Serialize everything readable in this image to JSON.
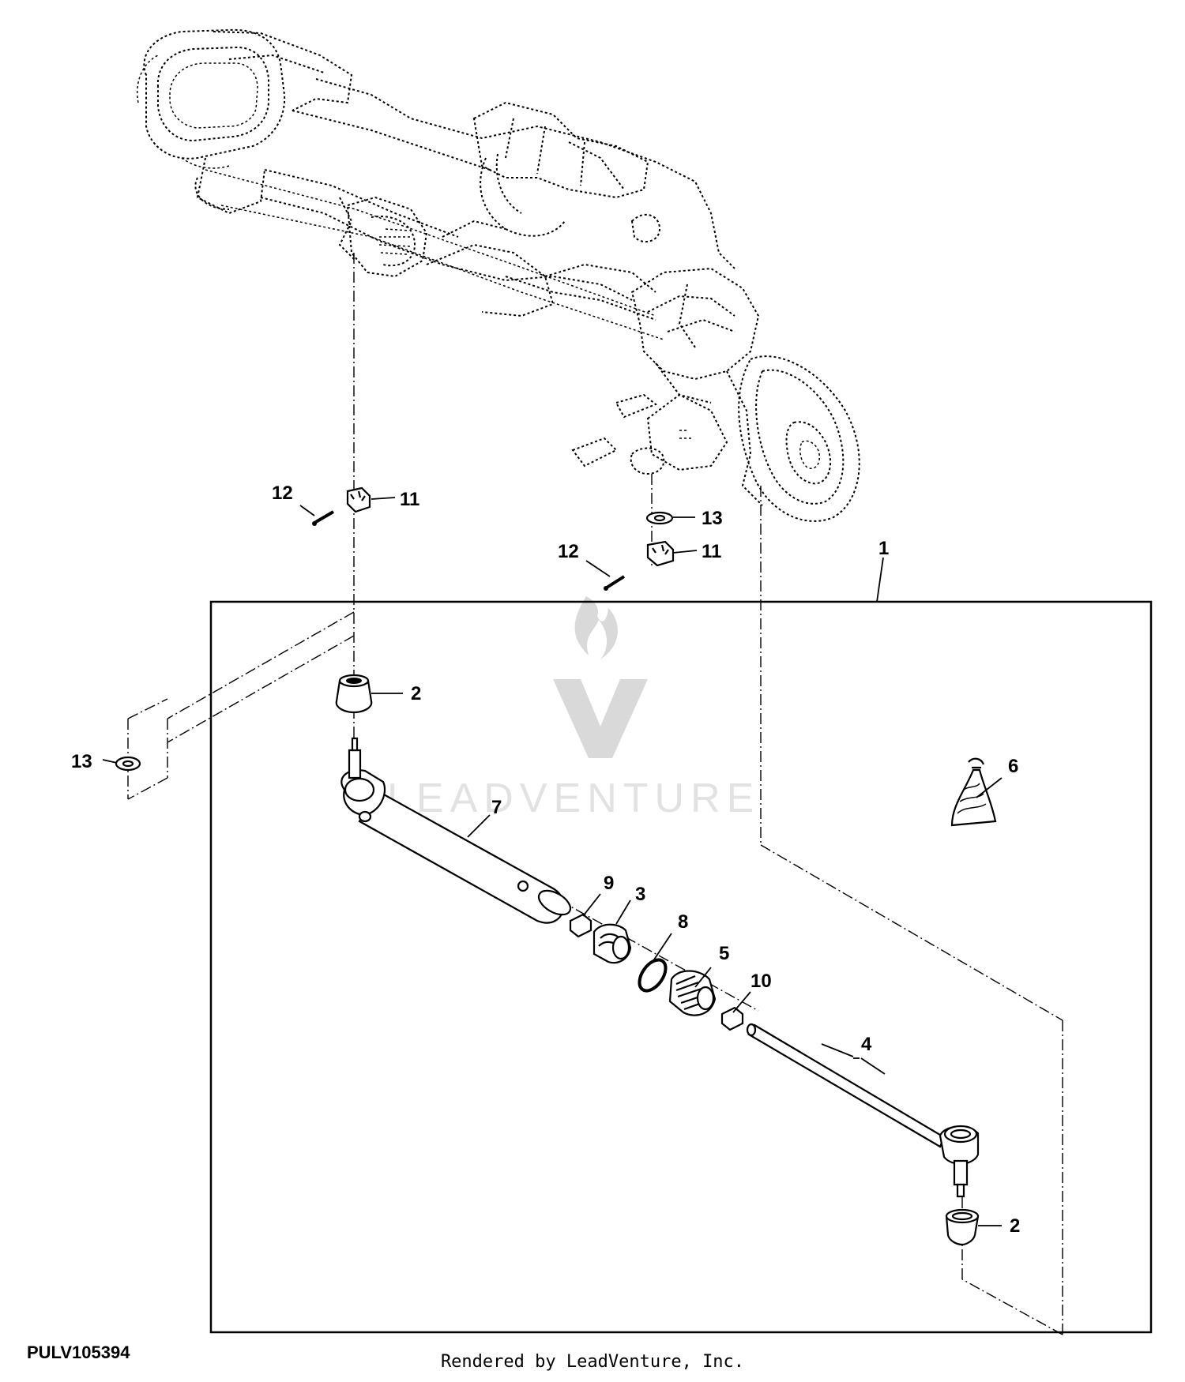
{
  "diagram_id": "PULV105394",
  "footer": "Rendered by LeadVenture, Inc.",
  "watermark": "LEADVENTURE",
  "callouts": {
    "c1": "1",
    "c2a": "2",
    "c2b": "2",
    "c3": "3",
    "c4": "4",
    "c5": "5",
    "c6": "6",
    "c7": "7",
    "c8": "8",
    "c9": "9",
    "c10": "10",
    "c11a": "11",
    "c11b": "11",
    "c12a": "12",
    "c12b": "12",
    "c13a": "13",
    "c13b": "13"
  }
}
